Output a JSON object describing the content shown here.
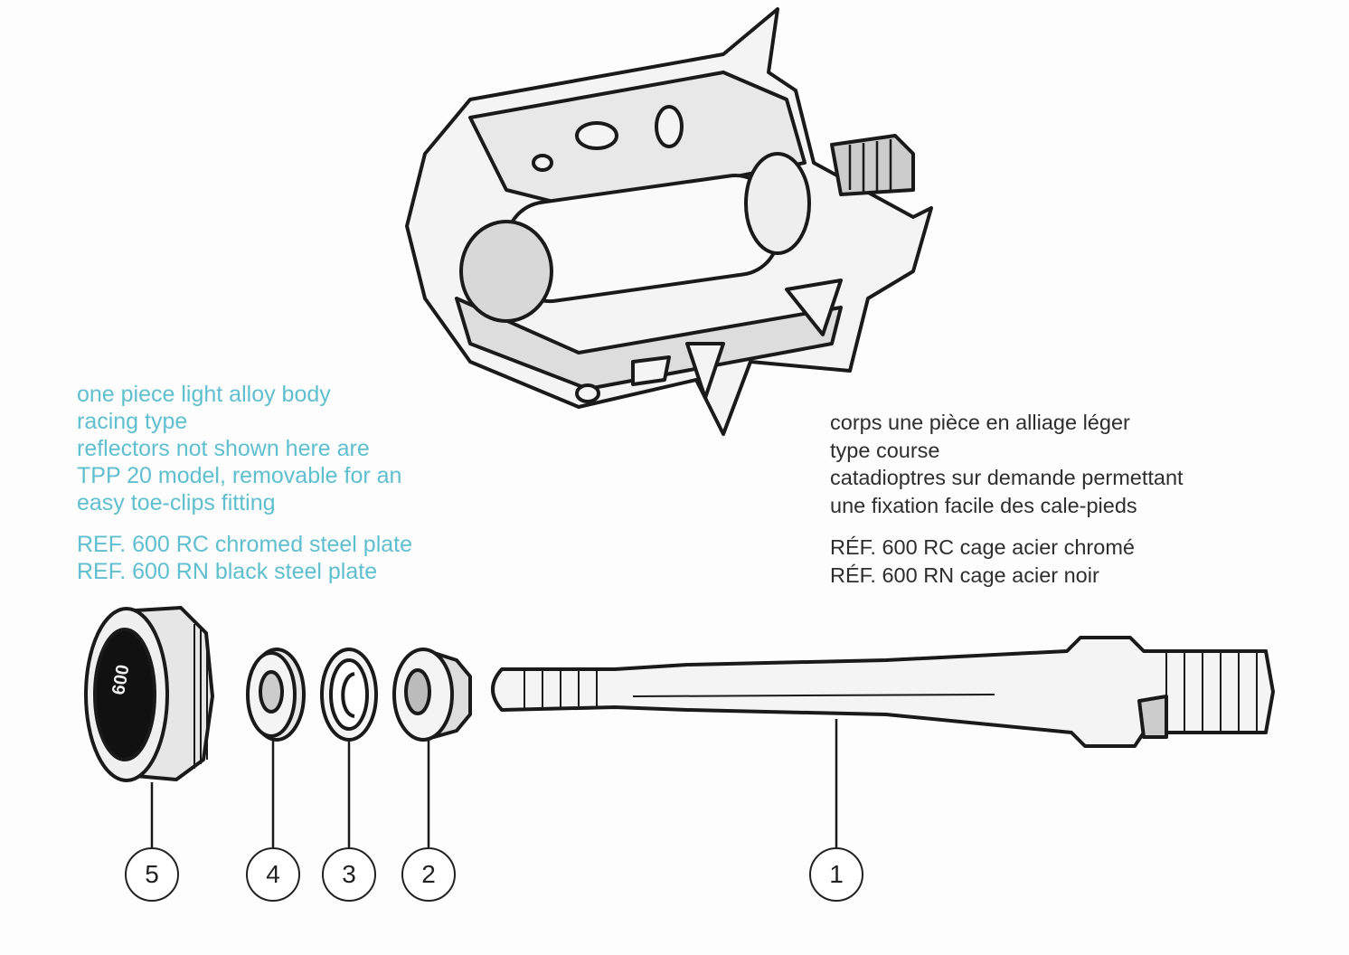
{
  "english_description": {
    "lines": [
      "one piece light alloy body",
      "racing type",
      "reflectors not shown here are",
      "TPP 20  model, removable for an",
      "easy toe-clips fitting"
    ],
    "refs": [
      "REF. 600 RC chromed steel plate",
      "REF. 600 RN black steel plate"
    ]
  },
  "french_description": {
    "lines": [
      "corps une pièce en alliage léger",
      "type course",
      "catadioptres sur demande permettant",
      "une fixation facile des cale-pieds"
    ],
    "refs": [
      "RÉF. 600 RC cage acier chromé",
      "RÉF. 600 RN cage acier noir"
    ]
  },
  "callouts": [
    "5",
    "4",
    "3",
    "2",
    "1"
  ],
  "dust_cap_logo": "600",
  "colors": {
    "english_text": "#5fbfcf",
    "french_text": "#2e2e2e",
    "line_art": "#1a1a1a"
  }
}
